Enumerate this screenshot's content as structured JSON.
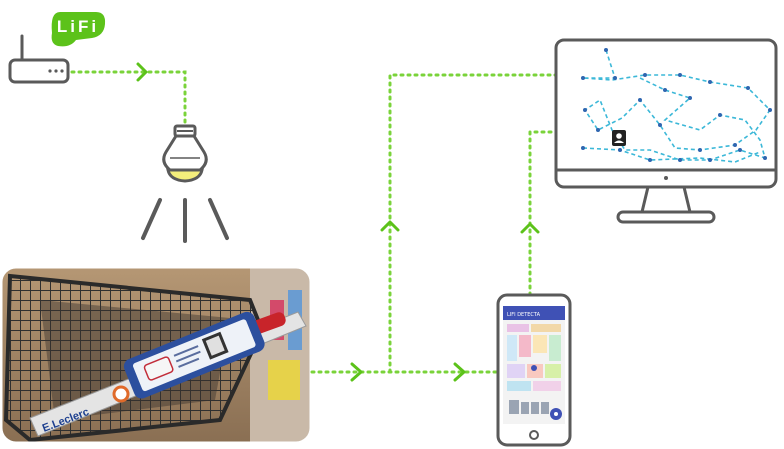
{
  "lifi_badge": {
    "text": "LiFi",
    "color": "#5cc21a"
  },
  "cart_photo": {
    "brand_handle_text": "E.Leclerc"
  },
  "phone": {
    "app_bar_text": "LIFI DETECTA"
  },
  "colors": {
    "connector": "#7ad33a",
    "arrow": "#6cc42a",
    "device_stroke": "#5a5a5a",
    "screen_path": "#3cb8d8",
    "bulb_glow": "#f4ee7c"
  },
  "icons": [
    "router-icon",
    "light-bulb-icon",
    "light-ray-icon",
    "monitor-icon",
    "smartphone-icon",
    "location-marker-icon",
    "arrow-right-icon",
    "arrow-up-icon"
  ]
}
